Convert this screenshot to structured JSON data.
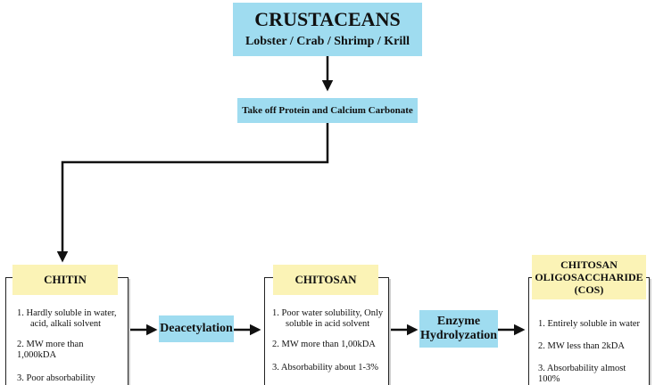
{
  "source": {
    "title": "CRUSTACEANS",
    "subtitle": "Lobster / Crab / Shrimp / Krill"
  },
  "treatment": {
    "label": "Take off Protein and Calcium Carbonate"
  },
  "chitin": {
    "title": "CHITIN",
    "items": [
      "1.  Hardly soluble in water,",
      "acid, alkali solvent",
      "2.  MW more than 1,000kDA",
      "3.  Poor absorbability"
    ]
  },
  "deacetylation": {
    "label": "Deacetylation"
  },
  "chitosan": {
    "title": "CHITOSAN",
    "items": [
      "1.  Poor water solubility,  Only",
      "soluble in acid solvent",
      "2.  MW more than 1,00kDA",
      "3.  Absorbability about 1-3%"
    ]
  },
  "hydrolyzation": {
    "line1": "Enzyme",
    "line2": "Hydrolyzation"
  },
  "cos": {
    "title_line1": "CHITOSAN",
    "title_line2": "OLIGOSACCHARIDE",
    "title_line3": "(COS)",
    "items": [
      "1.  Entirely soluble in water",
      "2.  MW less than 2kDA",
      "3.  Absorbability almost 100%"
    ]
  }
}
